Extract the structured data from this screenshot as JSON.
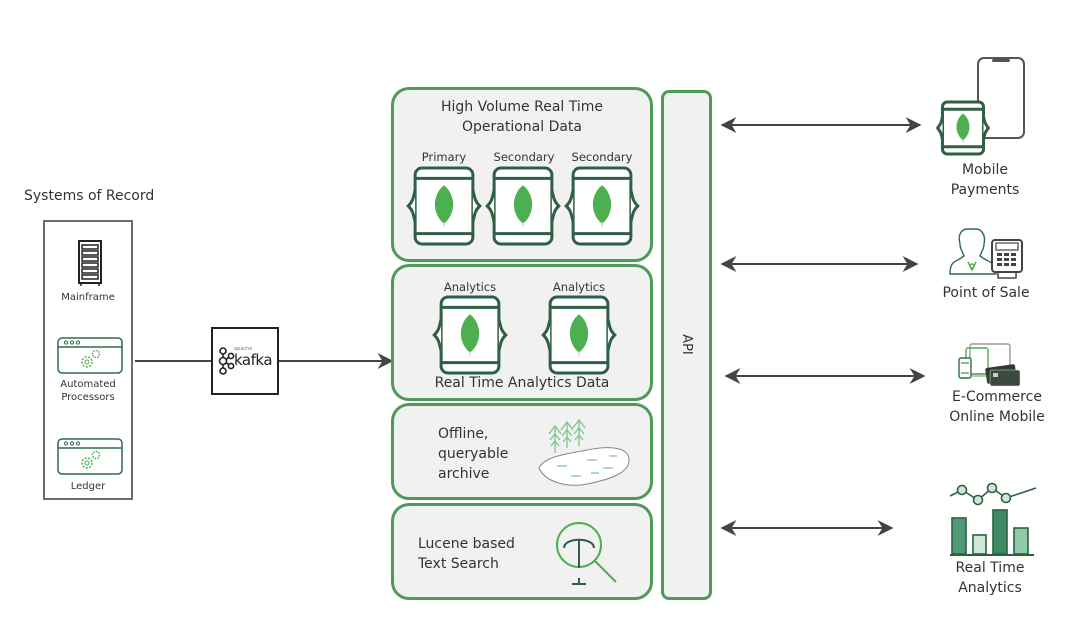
{
  "systems_of_record": {
    "title": "Systems of Record",
    "items": [
      {
        "label": "Mainframe",
        "icon": "server-rack-icon"
      },
      {
        "label_line1": "Automated",
        "label_line2": "Processors",
        "icon": "app-window-gears-icon"
      },
      {
        "label": "Ledger",
        "icon": "app-window-gears-icon"
      }
    ]
  },
  "broker": {
    "label": "kafka",
    "sublabel": "apache",
    "icon": "kafka-logo-icon"
  },
  "panels": {
    "operational": {
      "title_line1": "High Volume Real Time",
      "title_line2": "Operational Data",
      "nodes": [
        "Primary",
        "Secondary",
        "Secondary"
      ]
    },
    "analytics": {
      "title": "Real Time Analytics Data",
      "nodes": [
        "Analytics",
        "Analytics"
      ]
    },
    "archive": {
      "line1": "Offline,",
      "line2": "queryable",
      "line3": "archive",
      "icon": "data-lake-icon"
    },
    "search": {
      "line1": "Lucene based",
      "line2": "Text Search",
      "icon": "text-search-icon"
    }
  },
  "api": {
    "label": "API"
  },
  "clients": [
    {
      "line1": "Mobile",
      "line2": "Payments",
      "icon": "mobile-payments-icon"
    },
    {
      "line1": "Point of Sale",
      "line2": "",
      "icon": "point-of-sale-icon"
    },
    {
      "line1": "E-Commerce",
      "line2": "Online Mobile",
      "icon": "ecommerce-icon"
    },
    {
      "line1": "Real Time",
      "line2": "Analytics",
      "icon": "analytics-chart-icon"
    }
  ],
  "colors": {
    "panel_border": "#4f9a5b",
    "panel_fill": "#f1f1f1",
    "icon_dark_green": "#2f5f45",
    "leaf_green": "#4caf50",
    "arrow": "#444444"
  }
}
